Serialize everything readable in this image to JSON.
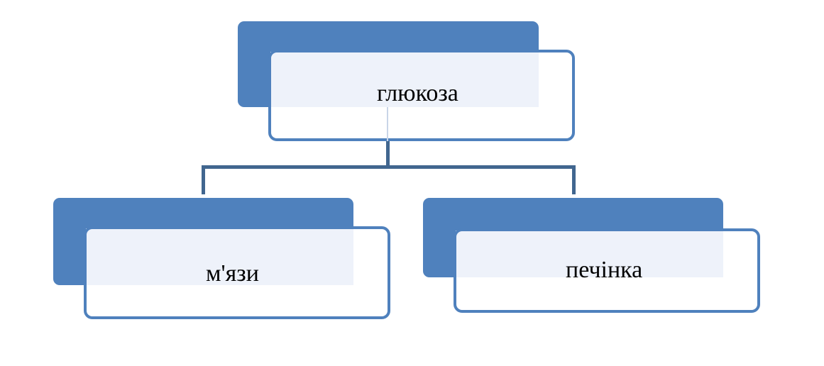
{
  "diagram": {
    "colors": {
      "box_fill": "#4f81bd",
      "overlay_fill": "#eef2fa",
      "connector": "#41668f"
    },
    "root": {
      "label": "глюкоза"
    },
    "children": [
      {
        "label": "м'язи"
      },
      {
        "label": "печінка"
      }
    ]
  }
}
